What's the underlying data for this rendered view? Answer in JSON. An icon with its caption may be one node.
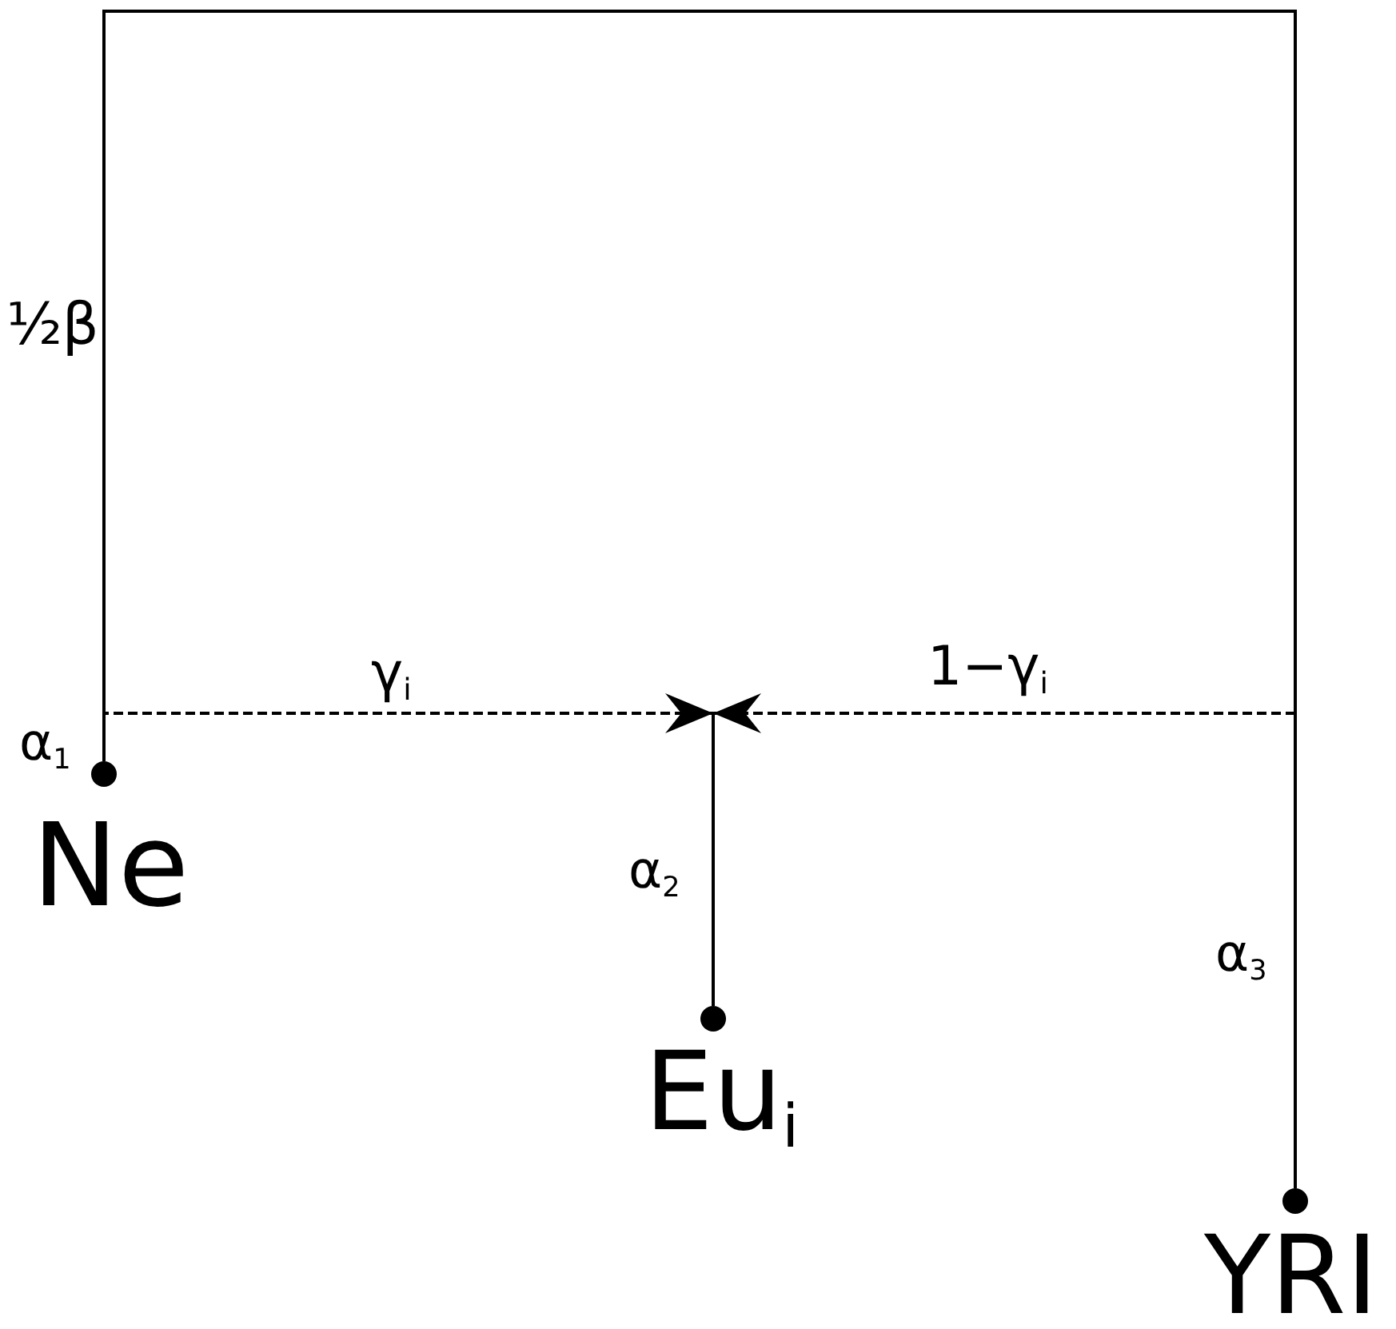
{
  "diagram": {
    "nodes": [
      {
        "text": [],
        "shape": "circle",
        "beside": [
          "Ne"
        ]
      },
      {
        "text": [],
        "shape": "circle",
        "beside": [
          "Eu$_{i}$"
        ]
      },
      {
        "text": [],
        "shape": "circle",
        "beside": [
          "YRI"
        ]
      }
    ],
    "edges": [
      {
        "from": 0,
        "to": 2,
        "arrow": "none"
      },
      {
        "from": null,
        "to": 1,
        "arrow": "none",
        "label": "α$_{2}$"
      },
      {
        "from": 0,
        "to": null,
        "arrow": "to",
        "style": "dashed",
        "label": "γ$_{i}$"
      },
      {
        "from": 2,
        "to": null,
        "arrow": "to",
        "style": "dashed",
        "label": "1−γ$_{i}$"
      }
    ],
    "labels": [
      "½β",
      "α$_{1}$",
      "α$_{3}$"
    ]
  }
}
